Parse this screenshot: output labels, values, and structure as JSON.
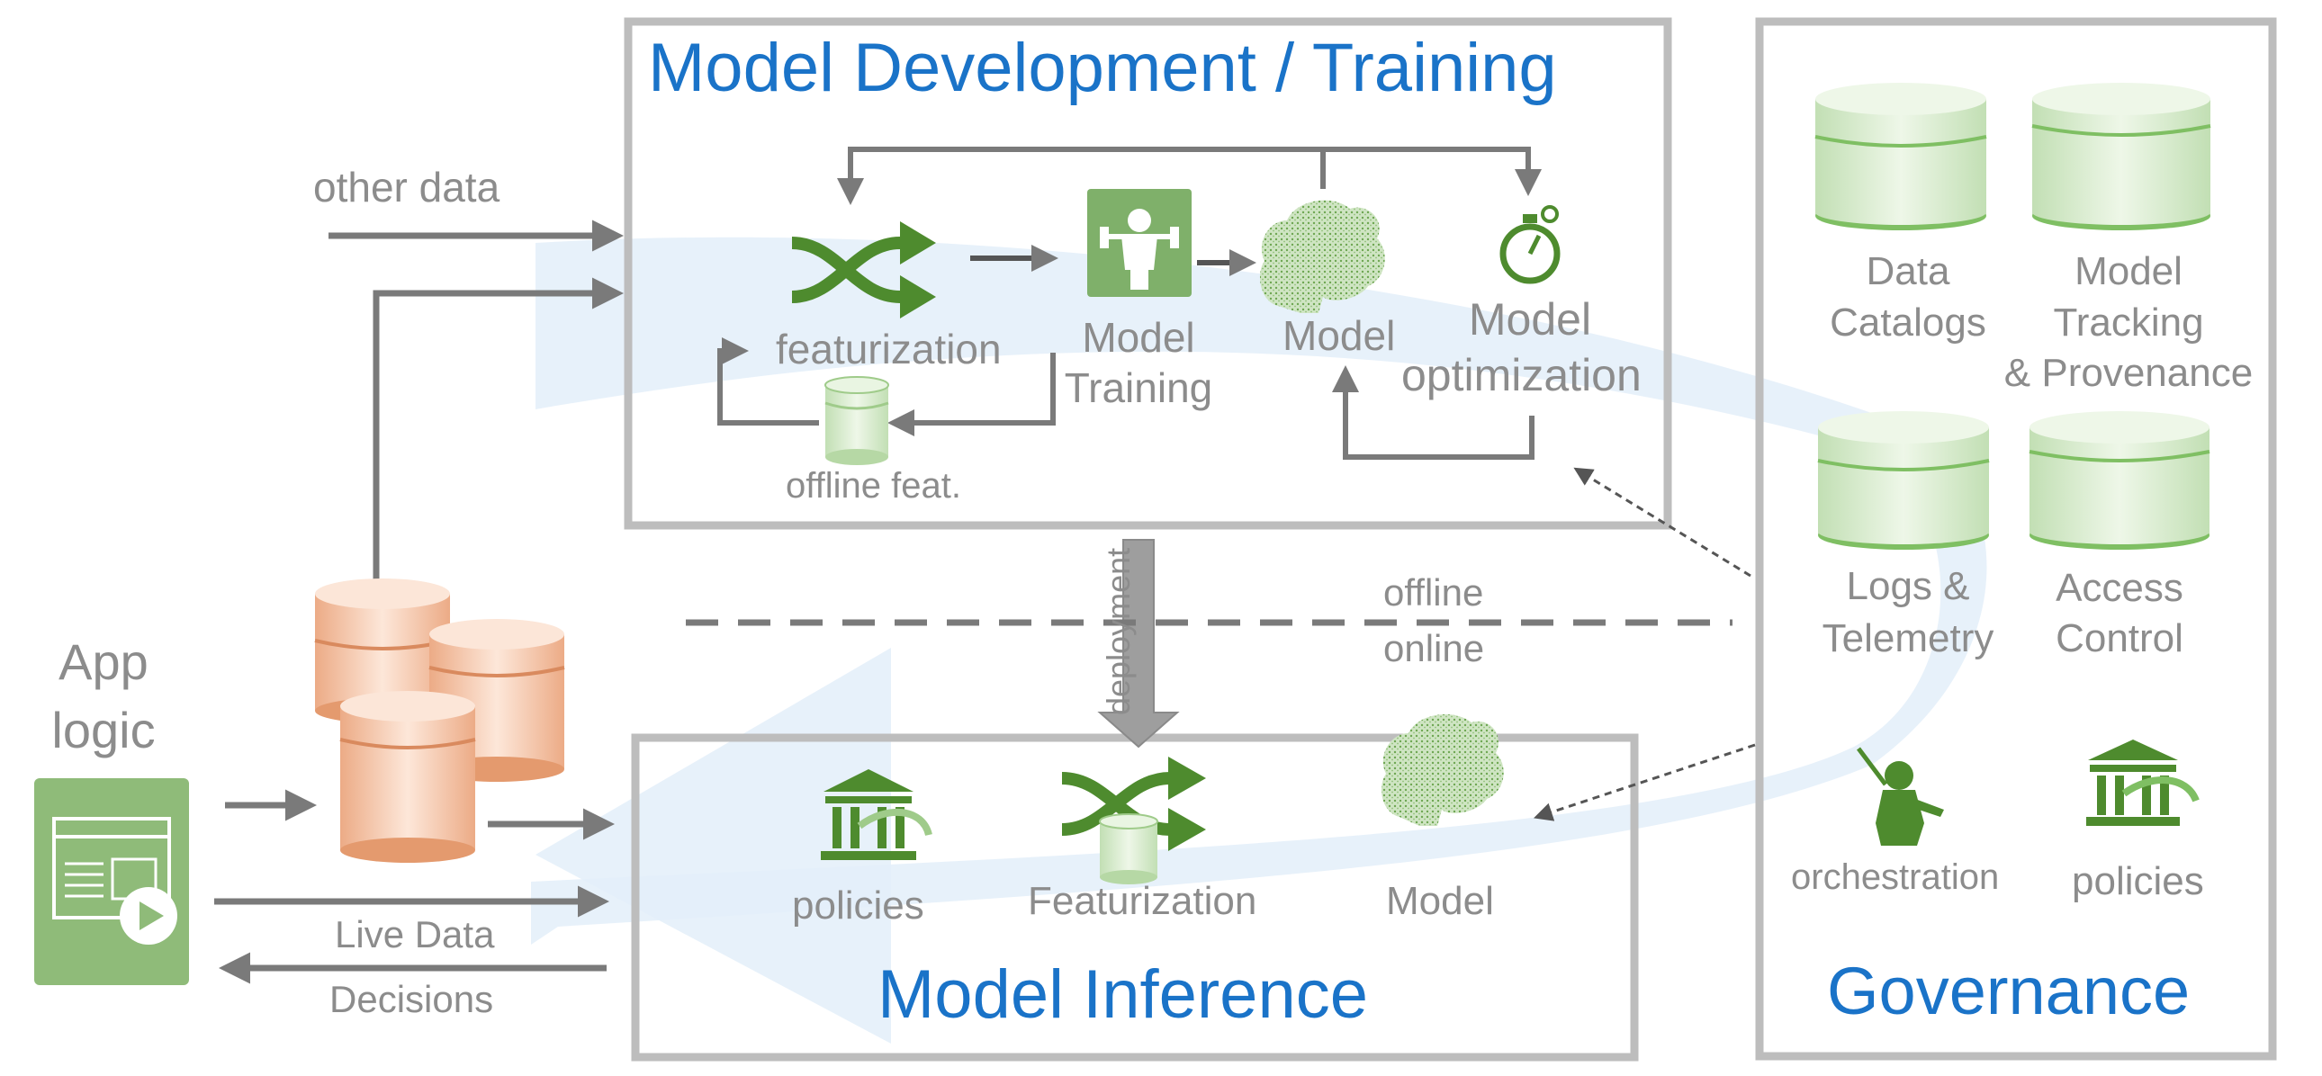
{
  "dev": {
    "title": "Model Development / Training",
    "other_data": "other data",
    "featurization": "featurization",
    "training_line1": "Model",
    "training_line2": "Training",
    "model": "Model",
    "opt_line1": "Model",
    "opt_line2": "optimization",
    "offline_feat": "offline feat."
  },
  "deployment": "deployment",
  "offline": "offline",
  "online": "online",
  "app": {
    "line1": "App",
    "line2": "logic"
  },
  "live_data": "Live Data",
  "decisions": "Decisions",
  "inference": {
    "title": "Model Inference",
    "policies": "policies",
    "featurization": "Featurization",
    "model": "Model"
  },
  "governance": {
    "title": "Governance",
    "data_catalogs": [
      "Data",
      "Catalogs"
    ],
    "model_tracking": [
      "Model",
      "Tracking",
      "& Provenance"
    ],
    "logs": [
      "Logs &",
      "Telemetry"
    ],
    "access": [
      "Access",
      "Control"
    ],
    "orchestration": "orchestration",
    "policies": "policies"
  },
  "colors": {
    "title_blue": "#1a73c8",
    "label_gray": "#8c8c8c",
    "box_gray": "#bdbdbd",
    "arrow_gray": "#7a7a7a",
    "icon_green": "#4e8b2e",
    "db_green": "#cfe6c4",
    "db_orange": "#f0b897",
    "flow_blue": "#e3eef9"
  },
  "icons": [
    "shuffle-icon",
    "weightlifter-icon",
    "brain-icon",
    "stopwatch-icon",
    "database-icon",
    "app-window-icon",
    "play-icon",
    "bank-icon",
    "conductor-icon"
  ]
}
